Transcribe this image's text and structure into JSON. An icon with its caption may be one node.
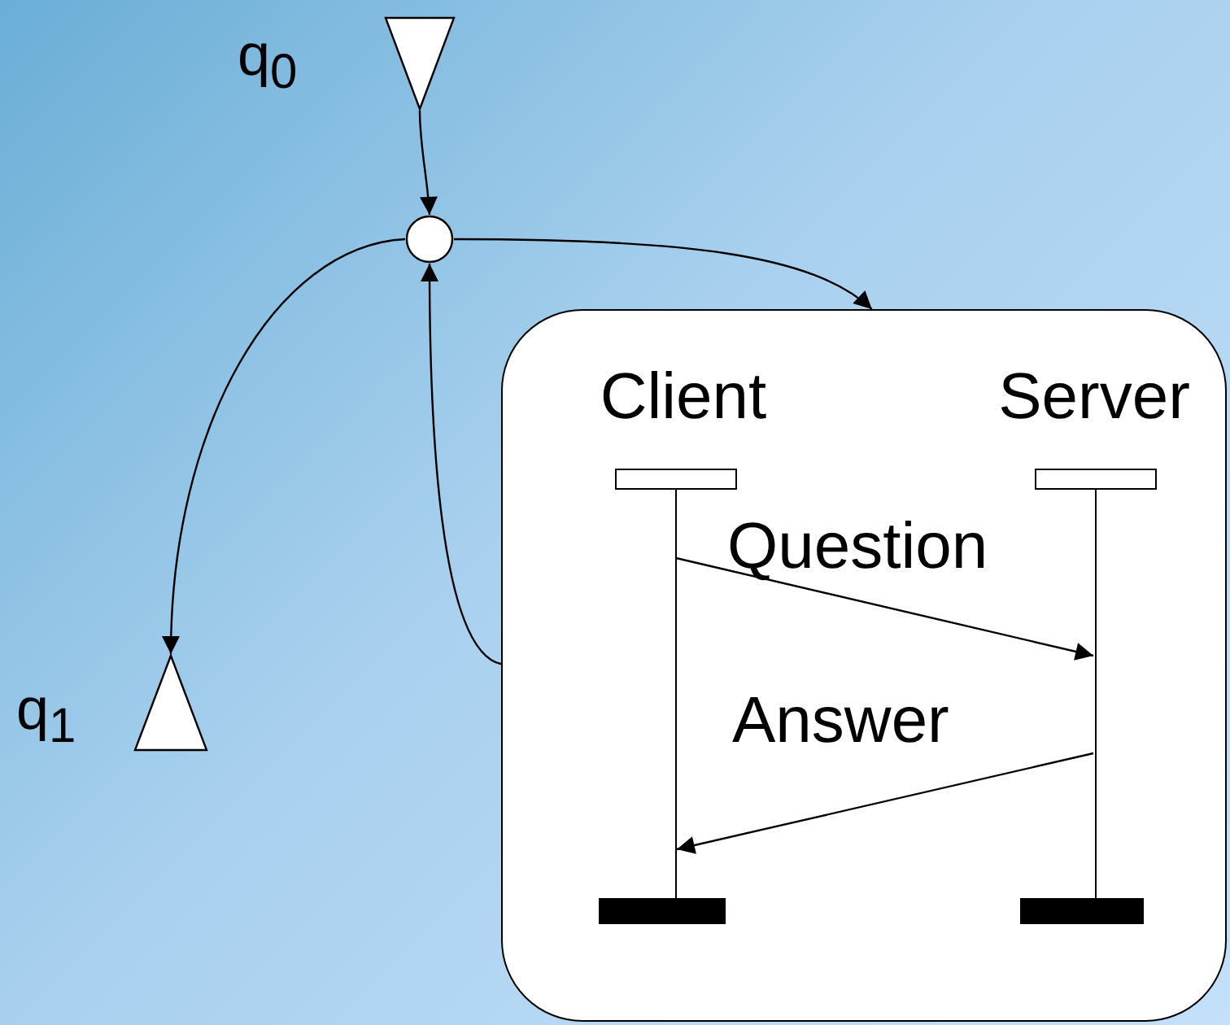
{
  "diagram": {
    "nodes": [
      {
        "text": [],
        "shape": "triangle",
        "beside": [
          "q$_{0}$"
        ]
      },
      {
        "text": [],
        "shape": "circle"
      },
      {
        "text": [],
        "shape": "triangle",
        "beside": [
          "q$_{1}$"
        ]
      },
      {
        "text": [],
        "shape": "box"
      },
      {
        "text": [
          "Client"
        ],
        "in": 3
      },
      {
        "text": [
          "Server"
        ],
        "in": 3
      }
    ],
    "edges": [
      {
        "from": 0,
        "to": 1,
        "arrow": "to"
      },
      {
        "from": 1,
        "to": 3,
        "arrow": "to"
      },
      {
        "from": 1,
        "to": 2,
        "arrow": "to"
      },
      {
        "from": 3,
        "to": 1,
        "arrow": "to"
      },
      {
        "from": 4,
        "to": 5,
        "arrow": "to",
        "label": "Question"
      },
      {
        "from": 5,
        "to": 4,
        "arrow": "to",
        "label": "Answer"
      }
    ]
  }
}
